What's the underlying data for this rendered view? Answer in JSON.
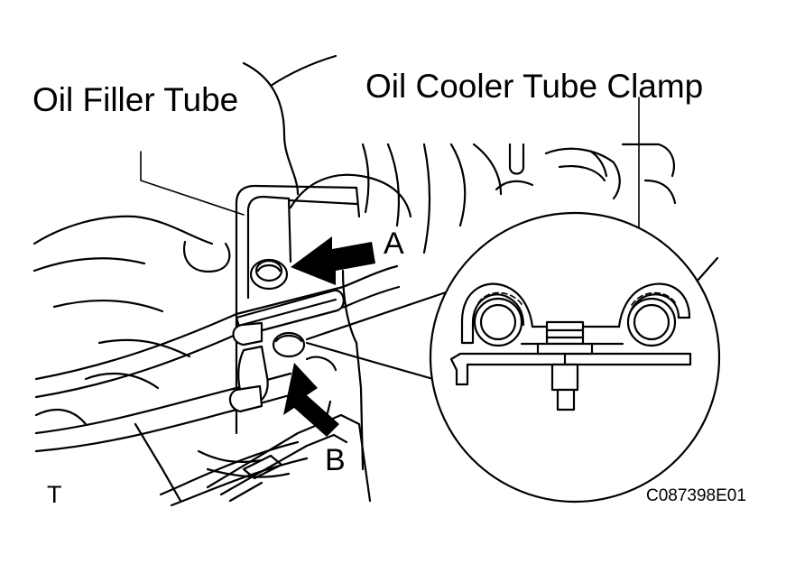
{
  "labels": {
    "oil_filler_tube": "Oil Filler Tube",
    "oil_cooler_tube_clamp": "Oil Cooler Tube Clamp",
    "point_a": "A",
    "point_b": "B",
    "corner_mark": "T",
    "figure_code": "C087398E01"
  },
  "colors": {
    "ink": "#000000",
    "paper": "#ffffff"
  }
}
